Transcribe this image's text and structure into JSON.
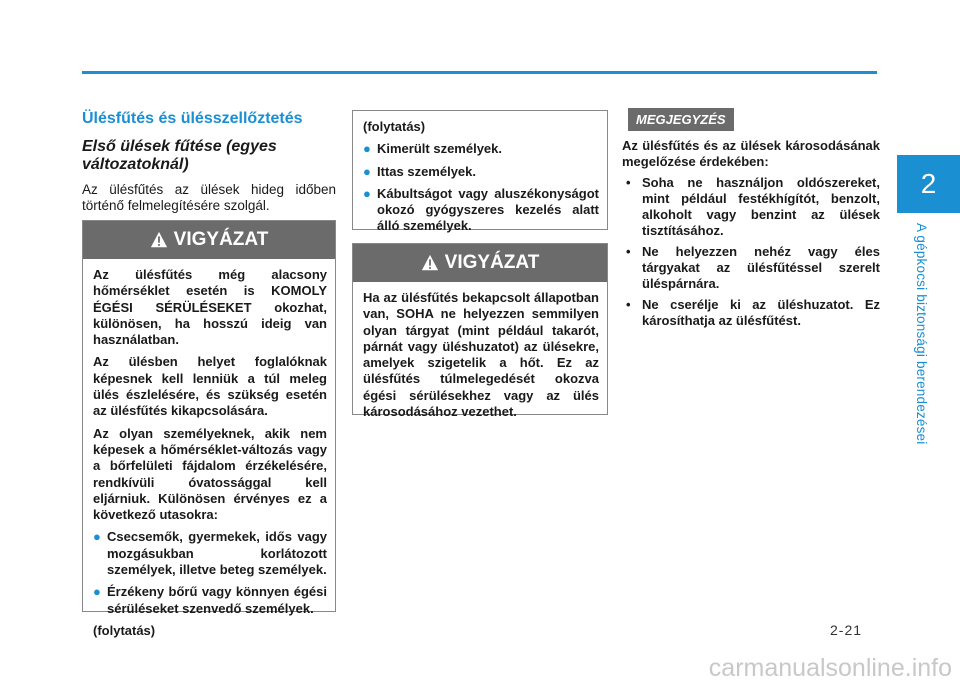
{
  "chapter": {
    "number": "2",
    "title": "A gépkocsi biztonsági berendezései"
  },
  "page_number": "2-21",
  "watermark": "carmanualsonline.info",
  "section": {
    "title": "Ülésfűtés és ülésszellőztetés",
    "subtitle": "Első ülések fűtése (egyes változatoknál)",
    "intro": "Az ülésfűtés az ülések hideg időben történő felmelegítésére szolgál."
  },
  "warning1": {
    "header": "VIGYÁZAT",
    "paragraphs": [
      "Az ülésfűtés még alacsony hőmérséklet esetén is KOMOLY ÉGÉSI SÉRÜLÉSEKET okozhat, különösen, ha hosszú ideig van használatban.",
      "Az ülésben helyet foglalóknak képesnek kell lenniük a túl meleg ülés észlelésére, és szükség esetén az ülésfűtés kikapcsolására.",
      "Az olyan személyeknek, akik nem képesek a hőmérséklet-változás vagy a bőrfelületi fájdalom érzékelésére, rendkívüli óvatossággal kell eljárniuk. Különösen érvényes ez a következő utasokra:"
    ],
    "bullets": [
      "Csecsemők, gyermekek, idős vagy mozgásukban korlátozott személyek, illetve beteg személyek.",
      "Érzékeny bőrű vagy könnyen égési sérüléseket szenvedő személyek."
    ],
    "continued": "(folytatás)"
  },
  "continuation": {
    "label": "(folytatás)",
    "bullets": [
      "Kimerült személyek.",
      "Ittas személyek.",
      "Kábultságot vagy aluszékonyságot okozó gyógyszeres kezelés alatt álló személyek."
    ]
  },
  "warning2": {
    "header": "VIGYÁZAT",
    "text": "Ha az ülésfűtés bekapcsolt állapotban van, SOHA ne helyezzen semmilyen olyan tárgyat (mint például takarót, párnát vagy üléshuzatot) az ülésekre, amelyek szigetelik a hőt. Ez az ülésfűtés túlmelegedését okozva égési sérülésekhez vagy az ülés károsodásához vezethet."
  },
  "note": {
    "tag": "MEGJEGYZÉS",
    "intro": "Az ülésfűtés és az ülések károsodásának megelőzése érdekében:",
    "bullets": [
      "Soha ne használjon oldószereket, mint például festékhígítót, benzolt, alkoholt vagy benzint az ülések tisztításához.",
      "Ne helyezzen nehéz vagy éles tárgyakat az ülésfűtéssel szerelt üléspárnára.",
      "Ne cserélje ki az üléshuzatot. Ez károsíthatja az ülésfűtést."
    ]
  },
  "colors": {
    "accent": "#1a8fd2",
    "header_gray": "#6b6b6b"
  }
}
